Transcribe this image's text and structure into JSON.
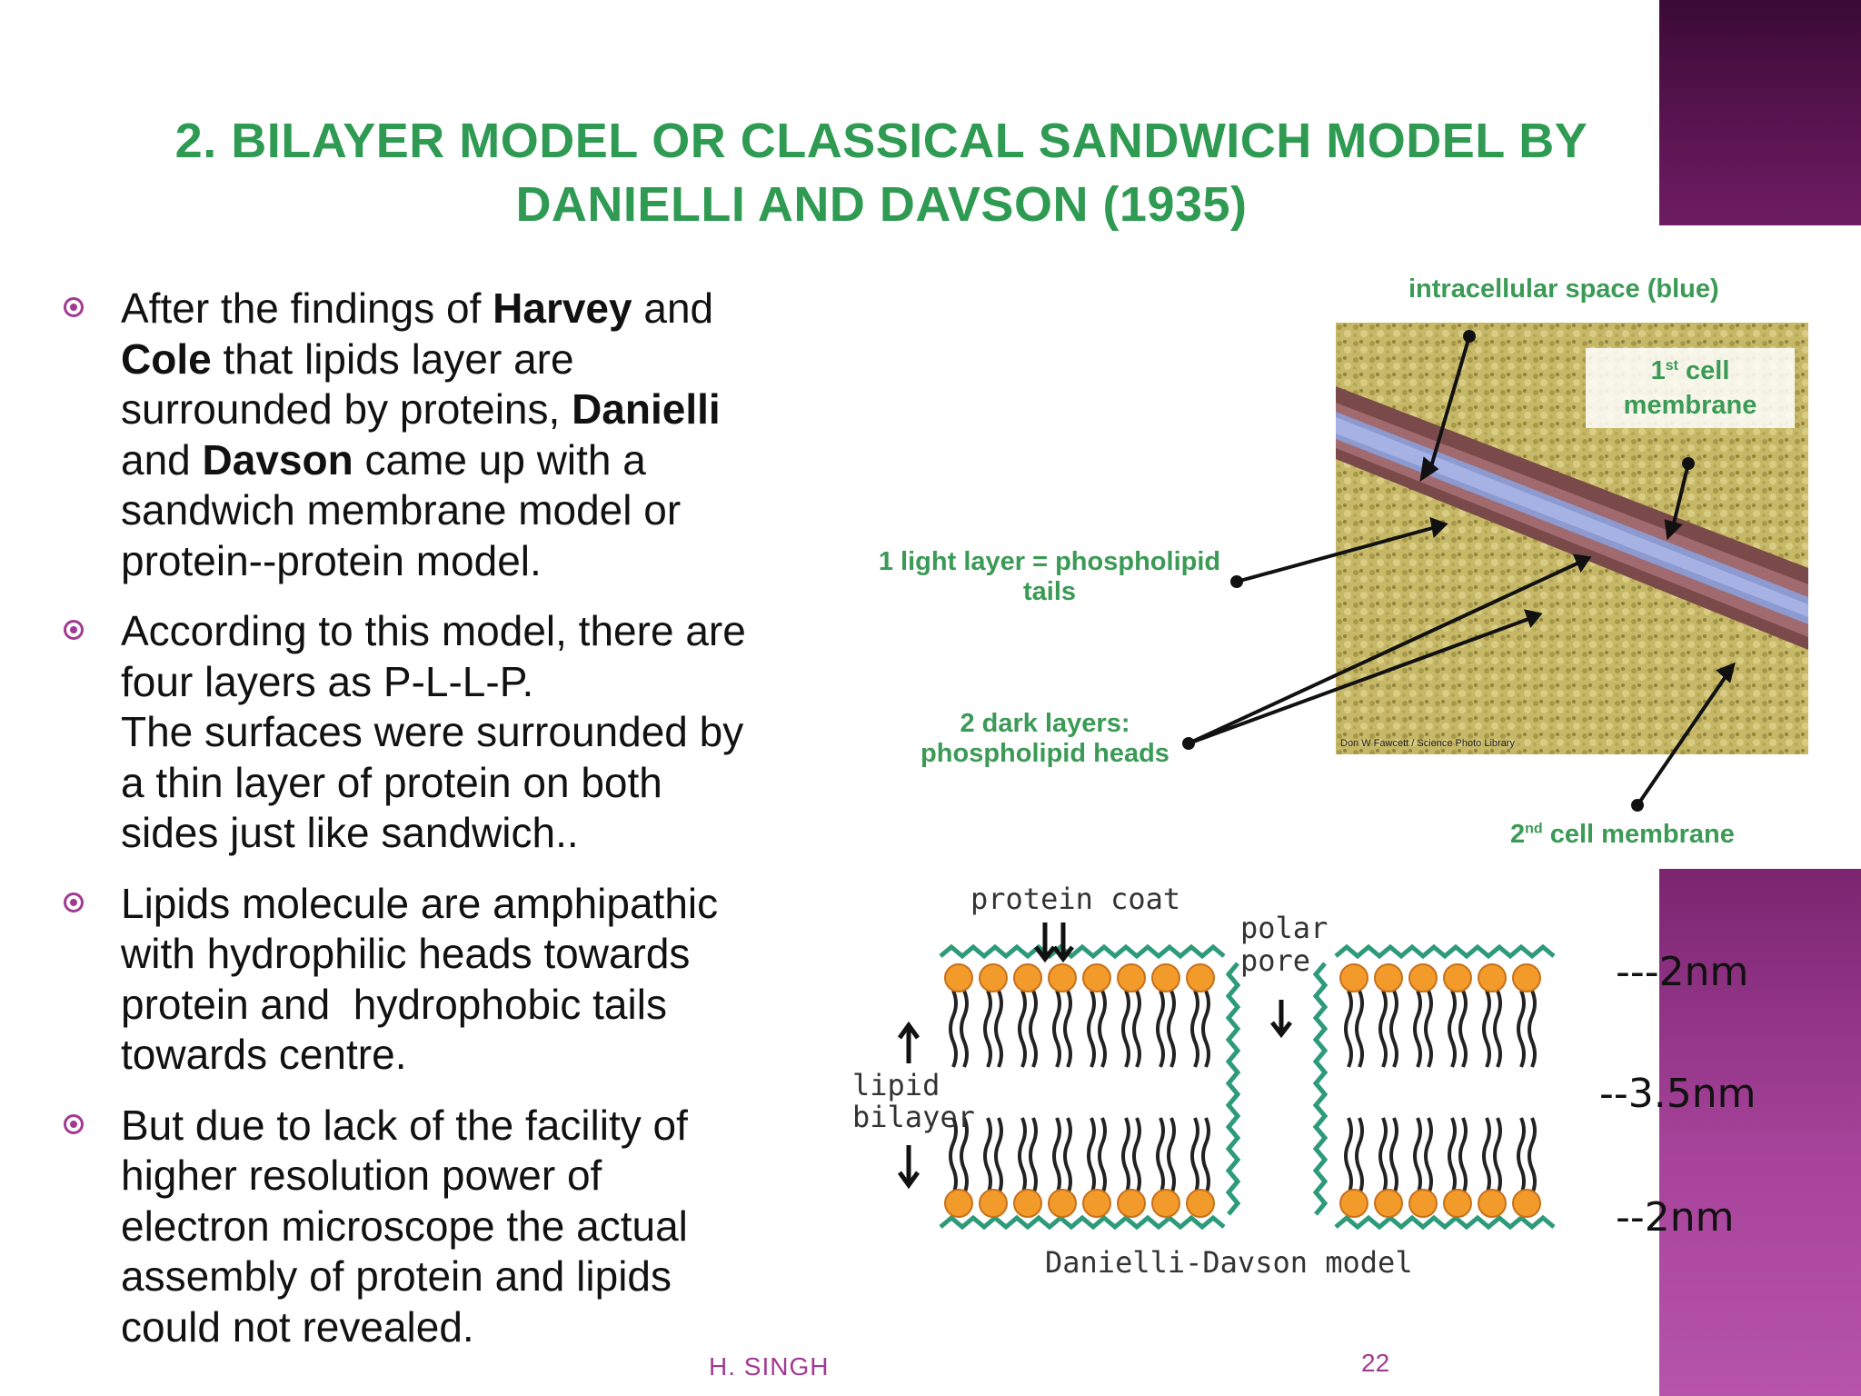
{
  "slide": {
    "title_line1": "2. BILAYER MODEL OR CLASSICAL SANDWICH MODEL BY",
    "title_line2": "DANIELLI AND DAVSON (1935)",
    "bullets": [
      [
        "After the findings of ",
        "Harvey",
        " and",
        "Cole",
        " that lipids layer are",
        "surrounded by proteins, ",
        "Danielli",
        "and ",
        "Davson",
        " came up with a",
        "sandwich membrane model or",
        "protein--protein model."
      ],
      [
        "According to this model, there are",
        "four layers as P-L-L-P.",
        "The surfaces were surrounded by",
        "a thin layer of protein on both",
        "sides just like sandwich.."
      ],
      [
        "Lipids molecule are amphipathic",
        "with hydrophilic heads towards",
        "protein and  hydrophobic tails",
        "towards centre."
      ],
      [
        "But due to lack of the facility of",
        "higher resolution power of",
        "electron microscope the actual",
        "assembly of protein and lipids",
        "could not revealed."
      ]
    ],
    "micrograph": {
      "label_intracellular": "intracellular space (blue)",
      "label_first_a": "1",
      "label_first_sup": "st",
      "label_first_b": " cell",
      "label_first_c": "membrane",
      "label_light_1": "1 light layer = phospholipid",
      "label_light_2": "tails",
      "label_dark_1": "2 dark layers:",
      "label_dark_2": "phospholipid heads",
      "label_second_a": "2",
      "label_second_sup": "nd",
      "label_second_b": " cell membrane",
      "credit": "Don W Fawcett / Science Photo Library"
    },
    "model_diagram": {
      "protein_coat": "protein coat",
      "polar_1": "polar",
      "polar_2": "pore",
      "lipid_1": "lipid",
      "lipid_2": "bilayer",
      "caption": "Danielli-Davson model"
    },
    "dimensions": {
      "top": "---2nm",
      "middle": "--3.5nm",
      "bottom": "--2nm"
    },
    "footer": {
      "author": "H. SINGH",
      "page": "22"
    }
  },
  "colors": {
    "title_green": "#2e9a52",
    "bullet_purple": "#a23a93",
    "band_dark": "#5c1553",
    "band_light": "#a7439b"
  }
}
